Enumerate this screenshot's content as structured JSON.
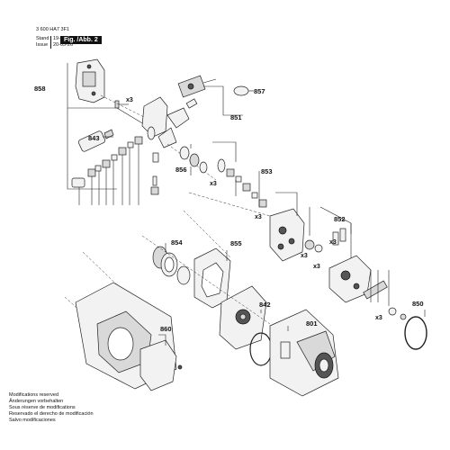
{
  "header": {
    "doc_number": "3 600 HA7 3F1",
    "stand_label": "Stand",
    "stand_value": "19-02",
    "issue_label": "Issue",
    "issue_value": "20-05-26",
    "figure_label": "Fig. /Abb. 2"
  },
  "callouts": {
    "p858": "858",
    "p857": "857",
    "p851": "851",
    "p843": "843",
    "p856": "856",
    "p853": "853",
    "p852": "852",
    "p854": "854",
    "p855": "855",
    "p842": "842",
    "p801": "801",
    "p850": "850",
    "p860": "860"
  },
  "multiplier": "x3",
  "footer": {
    "line1": "Modifications reserved",
    "line2": "Änderungen vorbehalten",
    "line3": "Sous réserve de modifications",
    "line4": "Reservado el derecho de modificación",
    "line5": "Salvo modificaciones"
  }
}
